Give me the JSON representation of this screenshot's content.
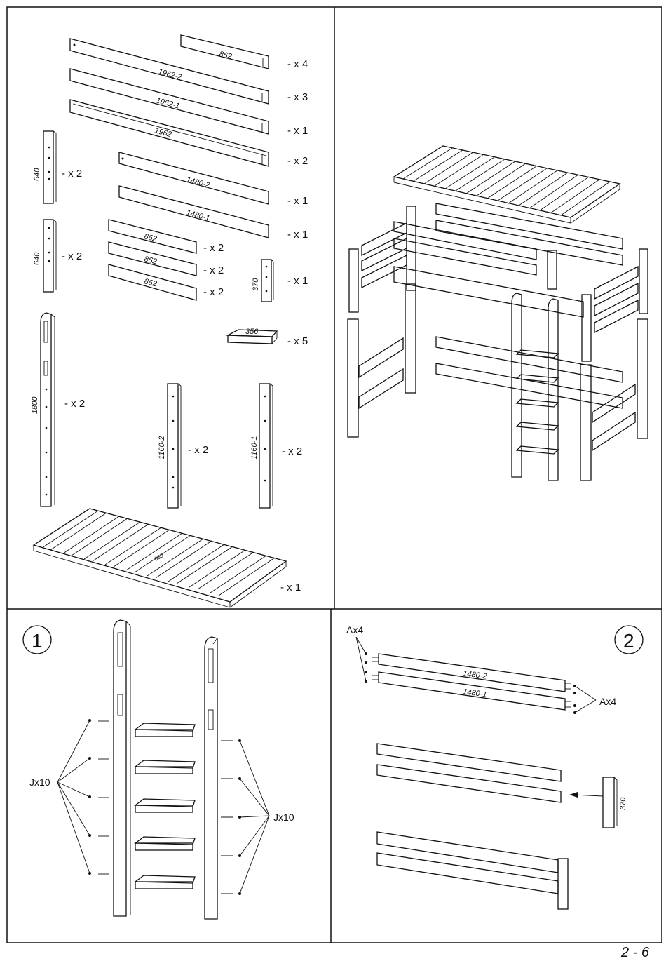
{
  "page_number": "2 - 6",
  "parts_panel": {
    "parts": [
      {
        "label": "862",
        "qty": "-  x 4"
      },
      {
        "label": "1962-2",
        "qty": "-  x 3"
      },
      {
        "label": "1962-1",
        "qty": "-  x 1"
      },
      {
        "label": "1962",
        "qty": "-  x 2"
      },
      {
        "label": "1480-2",
        "qty": "-  x 1"
      },
      {
        "label": "1480-1",
        "qty": "-  x 1"
      },
      {
        "label": "640",
        "qty": "-  x 2"
      },
      {
        "label": "640",
        "qty": "-  x 2"
      },
      {
        "label": "862",
        "qty": "-  x 2"
      },
      {
        "label": "862",
        "qty": "-  x 2"
      },
      {
        "label": "862",
        "qty": "-  x 2"
      },
      {
        "label": "370",
        "qty": "-  x 1"
      },
      {
        "label": "356",
        "qty": "-  x 5"
      },
      {
        "label": "1800",
        "qty": "-  x 2"
      },
      {
        "label": "1160-2",
        "qty": "-  x 2"
      },
      {
        "label": "1160-1",
        "qty": "-  x 2"
      },
      {
        "label": "slatted-base",
        "qty": "-  x 1"
      }
    ],
    "slat_label": "880"
  },
  "step1": {
    "number": "1",
    "left_callout": "Jx10",
    "right_callout": "Jx10"
  },
  "step2": {
    "number": "2",
    "left_callout": "Ax4",
    "right_callout": "Ax4",
    "rail_top": "1480-2",
    "rail_bottom": "1480-1",
    "post_label": "370"
  }
}
